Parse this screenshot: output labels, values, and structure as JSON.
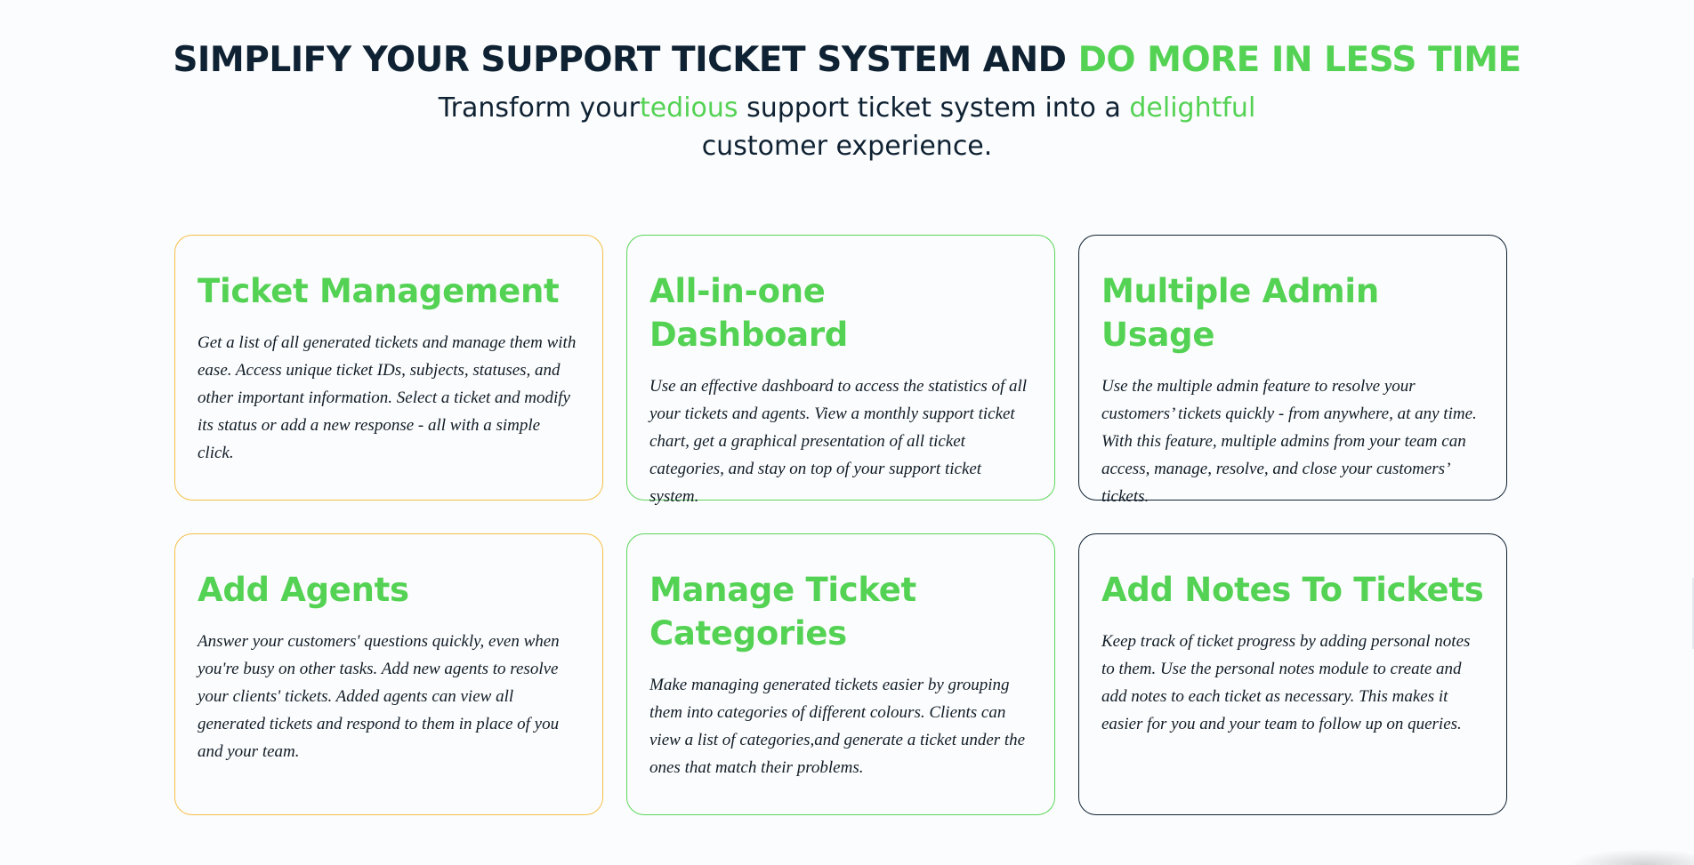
{
  "hero": {
    "title_part1": "SIMPLIFY YOUR SUPPORT TICKET SYSTEM AND ",
    "title_part2": "DO MORE IN LESS TIME",
    "subtitle_part1": "Transform your",
    "subtitle_accent1": "tedious",
    "subtitle_part2": " support ticket system into a ",
    "subtitle_accent2": "delightful",
    "subtitle_part3": " customer experience."
  },
  "colors": {
    "accent_green": "#54d254",
    "border_orange": "#f5c048",
    "border_green": "#5ad65a",
    "navy": "#0f2233"
  },
  "features": [
    {
      "title": "Ticket Management",
      "text": "Get a list of all generated tickets and manage them with ease. Access unique ticket IDs, subjects, statuses, and other important information. Select a ticket and modify its status or add a new response - all with a simple click."
    },
    {
      "title": "All-in-one Dashboard",
      "text": "Use an effective dashboard to access the statistics of all your tickets and agents. View a monthly support ticket chart, get a graphical presentation of all ticket categories, and stay on top of your support ticket system."
    },
    {
      "title": "Multiple Admin Usage",
      "text": "Use the multiple admin feature to resolve your customers’ tickets quickly - from anywhere, at any time. With this feature, multiple admins from your team can access, manage, resolve, and close your customers’ tickets."
    },
    {
      "title": "Add Agents",
      "text": "Answer your customers' questions quickly, even when you're busy on other tasks. Add new agents to resolve your clients' tickets. Added agents can view all generated tickets and respond to them in place of you and your team."
    },
    {
      "title": "Manage Ticket Categories",
      "text": "Make managing generated tickets easier by grouping them into categories of different colours. Clients can view a list of categories,and generate a ticket under the ones that match their problems."
    },
    {
      "title": "Add Notes To Tickets",
      "text": "Keep track of ticket progress by adding personal notes to them. Use the personal notes module to create and add notes to each ticket as necessary. This makes it easier for you and your team to follow up on queries."
    }
  ]
}
